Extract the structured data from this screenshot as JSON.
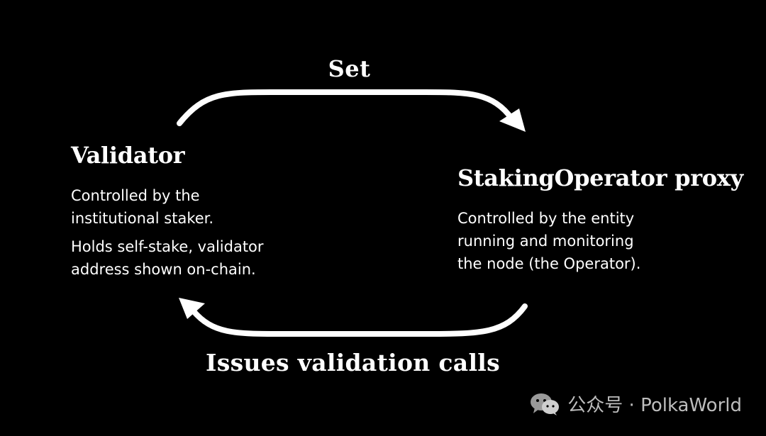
{
  "diagram": {
    "top_edge_label": "Set",
    "bottom_edge_label": "Issues validation calls",
    "validator": {
      "title": "Validator",
      "description_1": "Controlled by the\ninstitutional staker.",
      "description_2": "Holds self-stake, validator\naddress shown on-chain."
    },
    "operator": {
      "title": "StakingOperator proxy",
      "description_1": "Controlled by the entity\nrunning and monitoring\nthe node (the Operator)."
    }
  },
  "watermark": {
    "text": "公众号 · PolkaWorld",
    "icon": "wechat-icon"
  },
  "colors": {
    "background": "#000000",
    "foreground": "#ffffff",
    "watermark": "#bdbdbd"
  }
}
